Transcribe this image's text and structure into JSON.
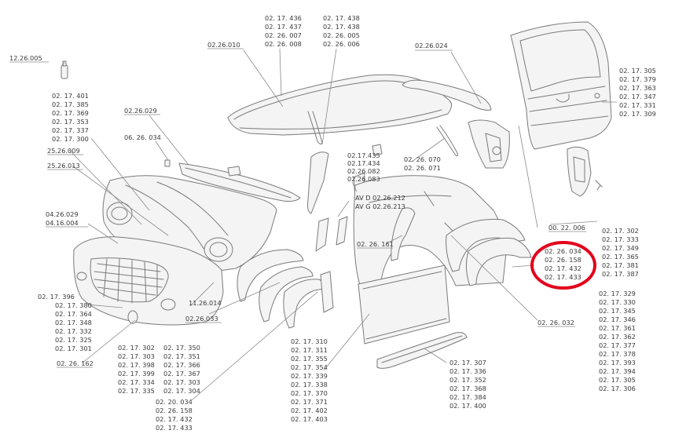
{
  "highlight_color": "#e3001b",
  "groups": [
    {
      "id": "g-12-26-005",
      "codes": [
        "12.26.005"
      ]
    },
    {
      "id": "g-02-26-010",
      "codes": [
        "02.26.010"
      ]
    },
    {
      "id": "g-roof-a",
      "codes": [
        "02. 17. 436",
        "02. 17. 437",
        "02. 26. 007",
        "02. 26. 008"
      ]
    },
    {
      "id": "g-roof-b",
      "codes": [
        "02. 17. 438",
        "02. 17. 438",
        "02. 26. 005",
        "02. 26. 006"
      ]
    },
    {
      "id": "g-02-26-024",
      "codes": [
        "02.26.024"
      ]
    },
    {
      "id": "g-tailgate",
      "codes": [
        "02. 17. 305",
        "02. 17. 379",
        "02. 17. 363",
        "02. 17. 347",
        "02. 17. 331",
        "02. 17. 309"
      ]
    },
    {
      "id": "g-02-26-029",
      "codes": [
        "02.26.029"
      ]
    },
    {
      "id": "g-left-top",
      "codes": [
        "02. 17. 401",
        "02. 17. 385",
        "02. 17. 369",
        "02. 17. 353",
        "02. 17. 337",
        "02. 17. 300"
      ]
    },
    {
      "id": "g-06-26-034",
      "codes": [
        "06. 26. 034"
      ]
    },
    {
      "id": "g-25-26-009",
      "codes": [
        "25.26.009"
      ]
    },
    {
      "id": "g-25-26-013",
      "codes": [
        "25.26.013"
      ]
    },
    {
      "id": "g-pillar",
      "codes": [
        "02.17.435",
        "02.17.434",
        "02.26.082",
        "02.26.083"
      ]
    },
    {
      "id": "g-02-26-070",
      "codes": [
        "02. 26. 070",
        "02. 26. 071"
      ]
    },
    {
      "id": "g-av",
      "codes": [
        "AV D 02.26.212",
        "AV G 02.26.213"
      ]
    },
    {
      "id": "g-04-26",
      "codes": [
        "04.26.029",
        "04.16.004"
      ]
    },
    {
      "id": "g-00-22-006",
      "codes": [
        "00. 22. 006"
      ]
    },
    {
      "id": "g-right-mid",
      "codes": [
        "02. 17. 302",
        "02. 17. 333",
        "02. 17. 349",
        "02. 17. 365",
        "02. 17. 381",
        "02. 17. 387"
      ]
    },
    {
      "id": "g-02-26-161",
      "codes": [
        "02. 26. 161"
      ]
    },
    {
      "id": "g-circled",
      "codes": [
        "02. 26. 034",
        "02. 26. 158",
        "02. 17. 432",
        "02. 17. 433"
      ]
    },
    {
      "id": "g-front-left",
      "codes": [
        "02. 17. 396",
        "02. 17. 380",
        "02. 17. 364",
        "02. 17. 348",
        "02. 17. 332",
        "02. 17. 325",
        "02. 17. 301"
      ]
    },
    {
      "id": "g-11-26-014",
      "codes": [
        "11.26.014"
      ]
    },
    {
      "id": "g-02-26-033",
      "codes": [
        "02.26.033"
      ]
    },
    {
      "id": "g-right-low",
      "codes": [
        "02. 17. 329",
        "02. 17. 330",
        "02. 17. 345",
        "02. 17. 346",
        "02. 17. 361",
        "02. 17. 362",
        "02. 17. 377",
        "02. 17. 378",
        "02. 17. 393",
        "02. 17. 394",
        "02. 17. 305",
        "02. 17. 306"
      ]
    },
    {
      "id": "g-02-26-032",
      "codes": [
        "02. 26. 032"
      ]
    },
    {
      "id": "g-02-26-162",
      "codes": [
        "02. 26. 162"
      ]
    },
    {
      "id": "g-bot-a",
      "codes": [
        "02. 17. 302",
        "02. 17. 303",
        "02. 17. 398",
        "02. 17. 399",
        "02. 17. 334",
        "02. 17. 335"
      ]
    },
    {
      "id": "g-bot-b",
      "codes": [
        "02. 17. 350",
        "02. 17. 351",
        "02. 17. 366",
        "02. 17. 367",
        "02. 17. 303",
        "02. 17. 304"
      ]
    },
    {
      "id": "g-bot-c",
      "codes": [
        "02. 20. 034",
        "02. 26. 158",
        "02. 17. 432",
        "02. 17. 433"
      ]
    },
    {
      "id": "g-mid-bot",
      "codes": [
        "02. 17. 310",
        "02. 17. 311",
        "02. 17. 355",
        "02. 17. 354",
        "02. 17. 339",
        "02. 17. 338",
        "02. 17. 370",
        "02. 17. 371",
        "02. 17. 402",
        "02. 17. 403"
      ]
    },
    {
      "id": "g-sill",
      "codes": [
        "02. 17. 307",
        "02. 17. 336",
        "02. 17. 352",
        "02. 17. 368",
        "02. 17. 384",
        "02. 17. 400"
      ]
    }
  ]
}
